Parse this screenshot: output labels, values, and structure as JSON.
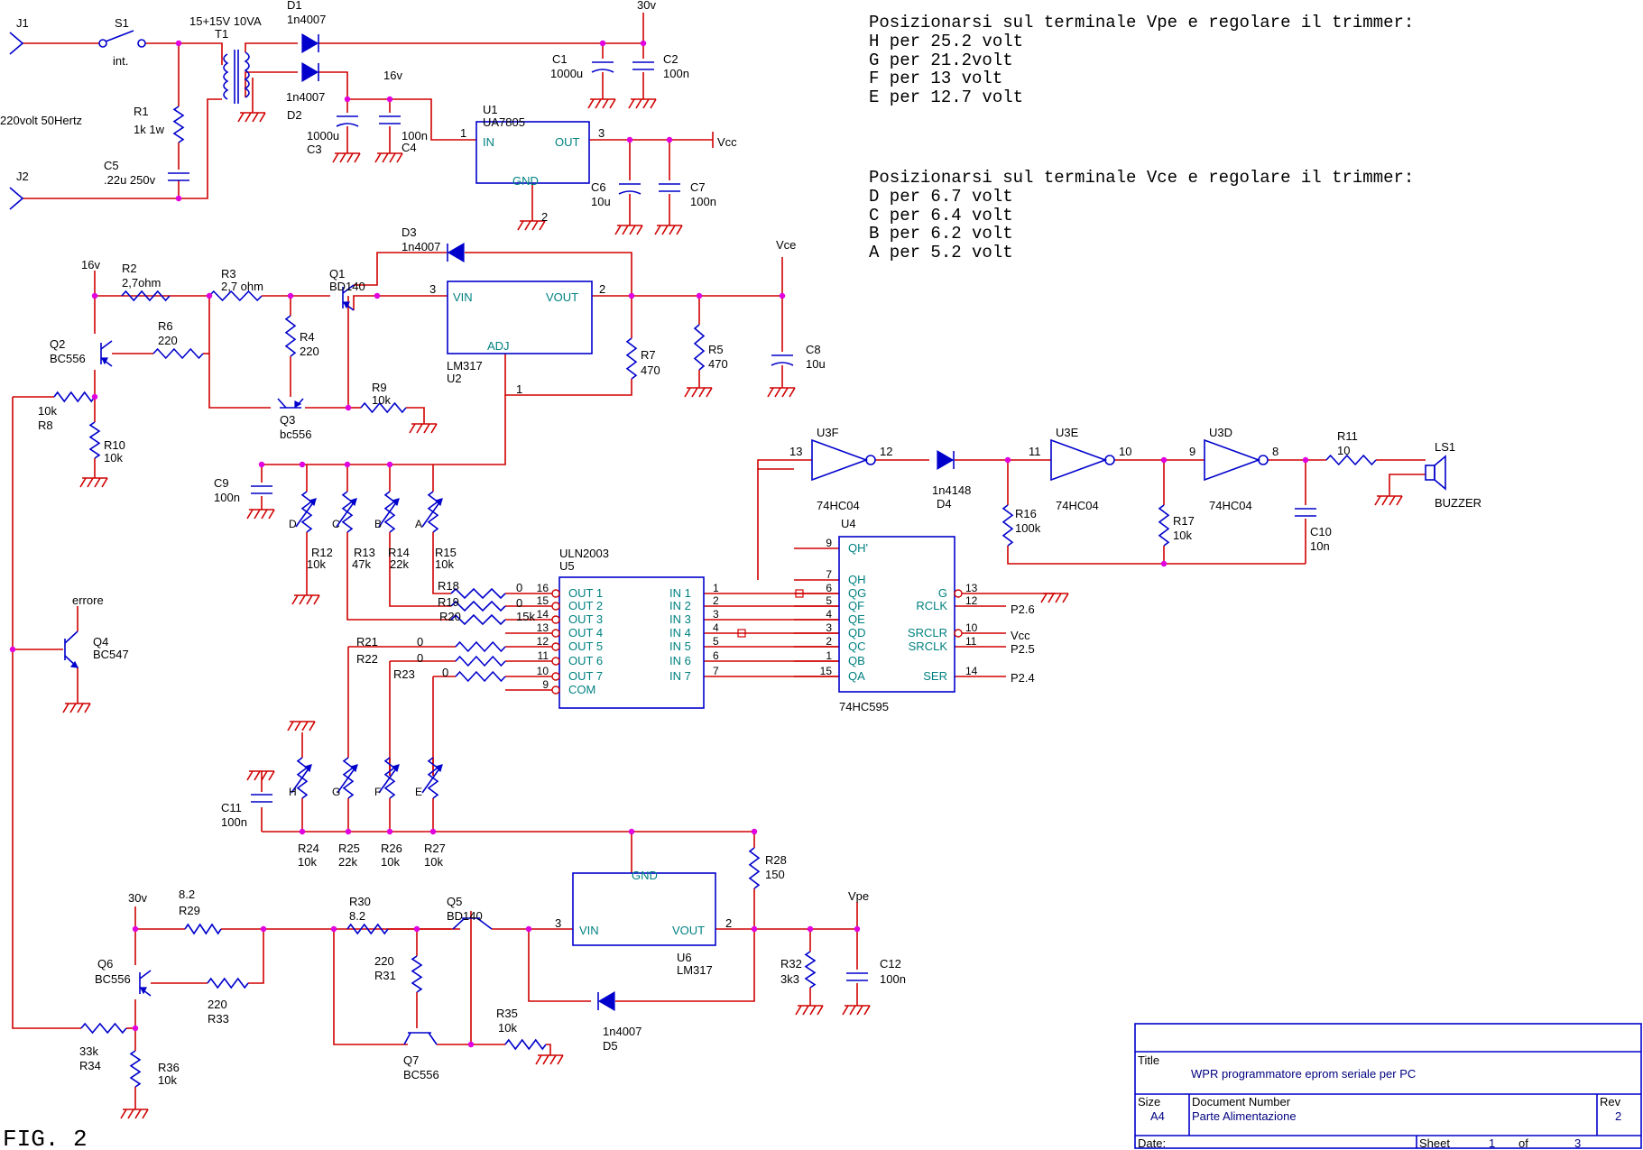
{
  "notes": {
    "vpe_title": "Posizionarsi sul terminale Vpe e regolare il trimmer:",
    "vpe_lines": [
      "H per 25.2 volt",
      "G per 21.2volt",
      "F per 13 volt",
      "E per 12.7 volt"
    ],
    "vce_title": "Posizionarsi sul terminale Vce e regolare il trimmer:",
    "vce_lines": [
      "D per  6.7 volt",
      "C per  6.4 volt",
      "B per  6.2 volt",
      "A per   5.2 volt"
    ]
  },
  "figure_label": "FIG. 2",
  "title_block": {
    "title_label": "Title",
    "title": "WPR programmatore eprom seriale per PC",
    "size_label": "Size",
    "size": "A4",
    "docnum_label": "Document Number",
    "docnum": "Parte Alimentazione",
    "rev_label": "Rev",
    "rev": "2",
    "date_label": "Date:",
    "sheet_label": "Sheet",
    "sheet": "1",
    "of_label": "of",
    "of": "3"
  },
  "labels": {
    "J1": "J1",
    "J2": "J2",
    "S1": "S1",
    "int": "int.",
    "mains": "220volt 50Hertz",
    "T1v": "15+15V 10VA",
    "T1": "T1",
    "D1": "D1",
    "D1v": "1n4007",
    "D2": "D2",
    "D2v": "1n4007",
    "rail30": "30v",
    "rail16": "16v",
    "R1": "R1",
    "R1v": "1k 1w",
    "C5": "C5",
    "C5v": ".22u 250v",
    "C1": "C1",
    "C1v": "1000u",
    "C2": "C2",
    "C2v": "100n",
    "C3": "C3",
    "C3v": "1000u",
    "C4": "C4",
    "C4v": "100n",
    "U1": "U1",
    "U1v": "UA7805",
    "U1in": "IN",
    "U1out": "OUT",
    "U1gnd": "GND",
    "Vcc": "Vcc",
    "C6": "C6",
    "C6v": "10u",
    "C7": "C7",
    "C7v": "100n",
    "pin1": "1",
    "pin2": "2",
    "pin3": "3",
    "D3": "D3",
    "D3v": "1n4007",
    "Vce": "Vce",
    "R2": "R2",
    "R2v": "2,7ohm",
    "R3": "R3",
    "R3v": "2,7 ohm",
    "Q1": "Q1",
    "Q1v": "BD140",
    "U2vin": "VIN",
    "U2vout": "VOUT",
    "U2adj": "ADJ",
    "U2v": "LM317",
    "U2": "U2",
    "R6": "R6",
    "R6v": "220",
    "R4": "R4",
    "R4v": "220",
    "R7": "R7",
    "R7v": "470",
    "R5": "R5",
    "R5v": "470",
    "C8": "C8",
    "C8v": "10u",
    "Q2": "Q2",
    "Q2v": "BC556",
    "R8": "R8",
    "R8v": "10k",
    "R9": "R9",
    "R9v": "10k",
    "Q3": "Q3",
    "Q3v": "bc556",
    "R10": "R10",
    "R10v": "10k",
    "C9": "C9",
    "C9v": "100n",
    "trimD": "D",
    "trimC": "C",
    "trimB": "B",
    "trimA": "A",
    "R12": "R12",
    "R12v": "10k",
    "R13": "R13",
    "R13v": "47k",
    "R14": "R14",
    "R14v": "22k",
    "R15": "R15",
    "R15v": "10k",
    "R18": "R18",
    "R19": "R19",
    "R20": "R20",
    "R21": "R21",
    "R22": "R22",
    "R23": "R23",
    "val0": "0",
    "val15k": "15k",
    "errore": "errore",
    "Q4": "Q4",
    "Q4v": "BC547",
    "U5v": "ULN2003",
    "U5": "U5",
    "uln_out": [
      "OUT 1",
      "OUT 2",
      "OUT 3",
      "OUT 4",
      "OUT 5",
      "OUT 6",
      "OUT 7",
      "COM"
    ],
    "uln_out_pins": [
      "16",
      "15",
      "14",
      "13",
      "12",
      "11",
      "10",
      "9"
    ],
    "uln_in": [
      "IN 1",
      "IN 2",
      "IN 3",
      "IN 4",
      "IN 5",
      "IN 6",
      "IN 7"
    ],
    "uln_in_pins": [
      "1",
      "2",
      "3",
      "4",
      "5",
      "6",
      "7"
    ],
    "U4": "U4",
    "U4v": "74HC595",
    "sr_left": [
      "QH'",
      "QH",
      "QG",
      "QF",
      "QE",
      "QD",
      "QC",
      "QB",
      "QA"
    ],
    "sr_left_pins": [
      "9",
      "7",
      "6",
      "5",
      "4",
      "3",
      "2",
      "1",
      "15"
    ],
    "sr_right": [
      "G",
      "RCLK",
      "SRCLR",
      "SRCLK",
      "SER"
    ],
    "sr_right_pins": [
      "13",
      "12",
      "10",
      "11",
      "14"
    ],
    "P26": "P2.6",
    "P25": "P2.5",
    "P24": "P2.4",
    "U3F": "U3F",
    "U3E": "U3E",
    "U3D": "U3D",
    "hc04": "74HC04",
    "p13": "13",
    "p12": "12",
    "p11": "11",
    "p10": "10",
    "p9": "9",
    "p8": "8",
    "D4": "D4",
    "D4v": "1n4148",
    "R11": "R11",
    "R11v": "10",
    "LS1": "LS1",
    "LS1v": "BUZZER",
    "R16": "R16",
    "R16v": "100k",
    "R17": "R17",
    "R17v": "10k",
    "C10": "C10",
    "C10v": "10n",
    "trimH": "H",
    "trimG": "G",
    "trimF": "F",
    "trimE": "E",
    "C11": "C11",
    "C11v": "100n",
    "R24": "R24",
    "R24v": "10k",
    "R25": "R25",
    "R25v": "22k",
    "R26": "R26",
    "R26v": "10k",
    "R27": "R27",
    "R27v": "10k",
    "R28": "R28",
    "R28v": "150",
    "U6": "U6",
    "U6v": "LM317",
    "Vpe": "Vpe",
    "R29": "R29",
    "R29v": "8.2",
    "R30": "R30",
    "R30v": "8.2",
    "Q5": "Q5",
    "Q5v": "BD140",
    "Q6": "Q6",
    "Q6v": "BC556",
    "R31": "R31",
    "R31v": "220",
    "R33": "R33",
    "R33v": "220",
    "R32": "R32",
    "R32v": "3k3",
    "C12": "C12",
    "C12v": "100n",
    "R34": "R34",
    "R34v": "33k",
    "R35": "R35",
    "R35v": "10k",
    "R36": "R36",
    "R36v": "10k",
    "D5": "D5",
    "D5v": "1n4007",
    "Q7": "Q7",
    "Q7v": "BC556"
  }
}
